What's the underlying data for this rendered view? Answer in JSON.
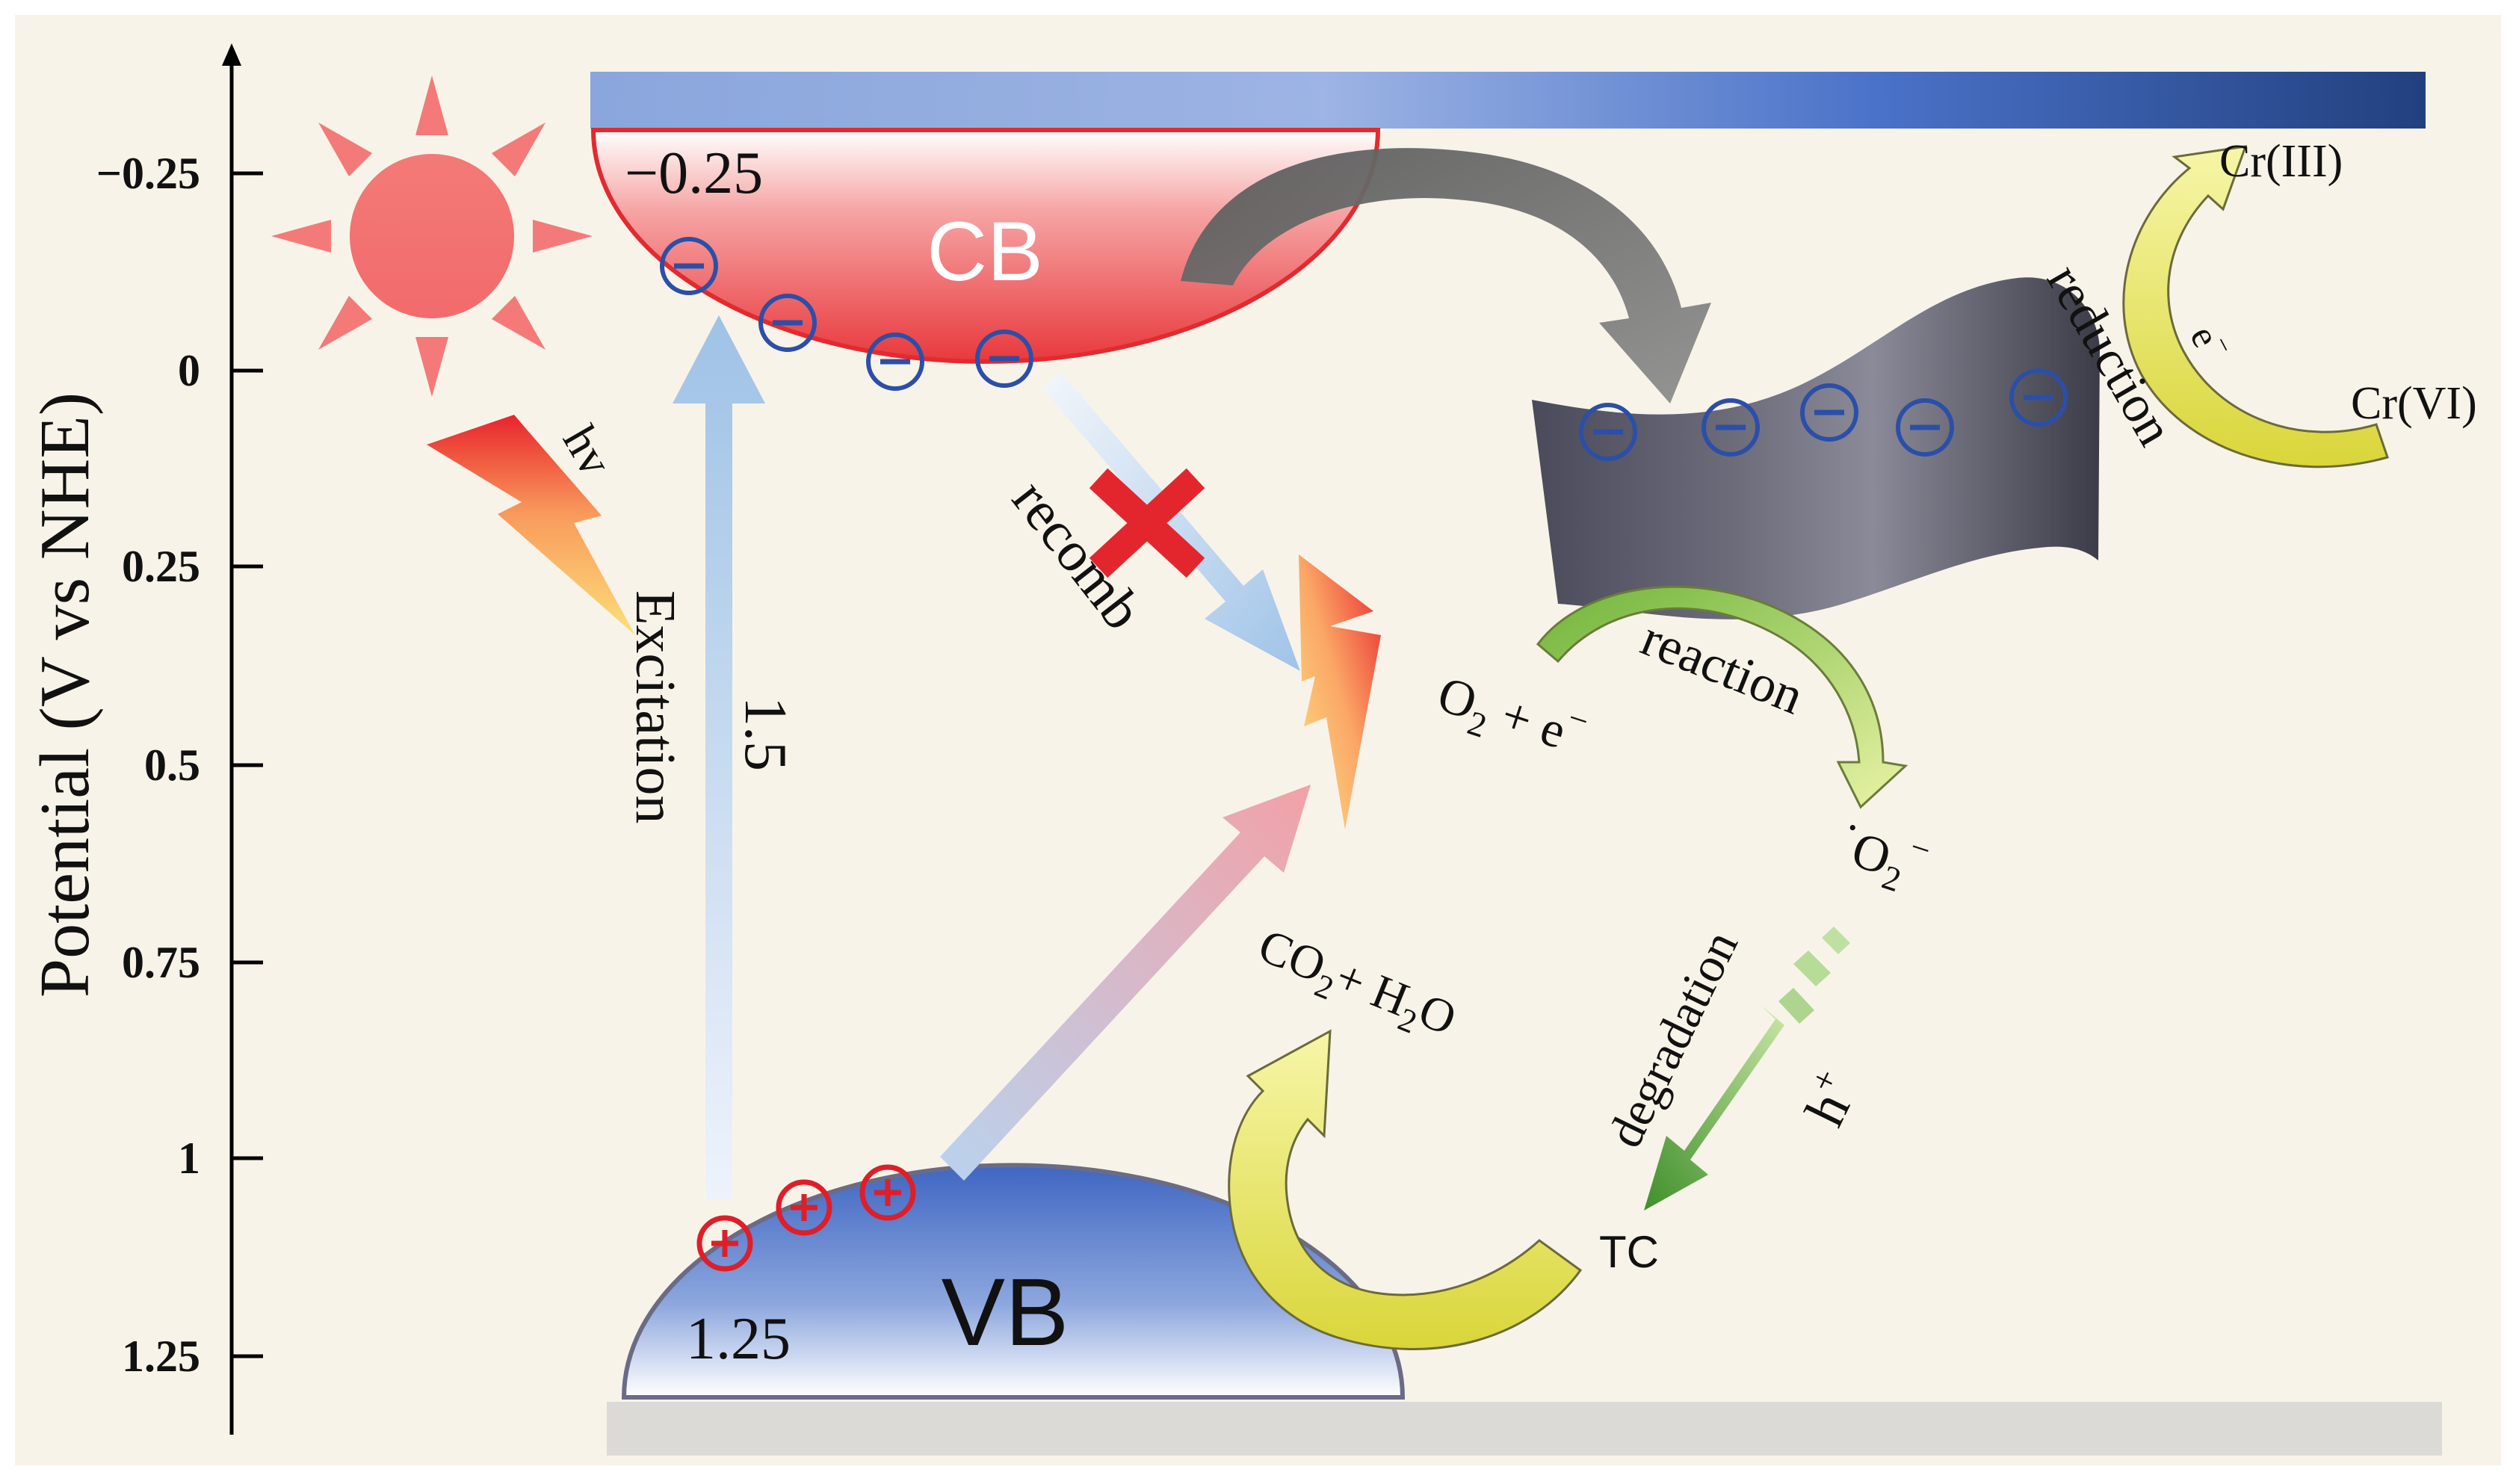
{
  "axis": {
    "ylabel": "Potential (V vs NHE)",
    "ticks": [
      "−0.25",
      "0",
      "0.25",
      "0.5",
      "0.75",
      "1",
      "1.25"
    ]
  },
  "bands": {
    "cb_label": "CB",
    "cb_value": "−0.25",
    "vb_label": "VB",
    "vb_value": "1.25",
    "gap_value": "1.5"
  },
  "labels": {
    "hv": "hv",
    "excitation": "Excitation",
    "recomb": "recomb",
    "o2_base": "O",
    "o2_sub": "2",
    "o2_rest": " + e",
    "o2_sup": "−",
    "superoxide_dot": "·",
    "superoxide_base": "O",
    "superoxide_sub": "2",
    "superoxide_sup": "−",
    "reaction": "reaction",
    "reduction": "reduction",
    "electron_base": "e",
    "electron_sup": "−",
    "cr3": "Cr(III)",
    "cr6": "Cr(VI)",
    "degradation": "degradation",
    "hplus_base": "h",
    "hplus_sup": "+",
    "tc": "TC",
    "co2_base": "CO",
    "co2_sub": "2",
    "co2_mid": "+ H",
    "h2o_sub": "2",
    "h2o_rest": "O"
  },
  "colors": {
    "background": "#f8f3e9",
    "cb_red": "#e8393d",
    "vb_blue": "#3f66c2",
    "sheet_gray": "#4e4e5c",
    "yellow_arrow": "#e5e24a",
    "green_arrow": "#6fb43a",
    "electron_blue": "#2b4fa8",
    "hole_red": "#dd1f2a"
  }
}
